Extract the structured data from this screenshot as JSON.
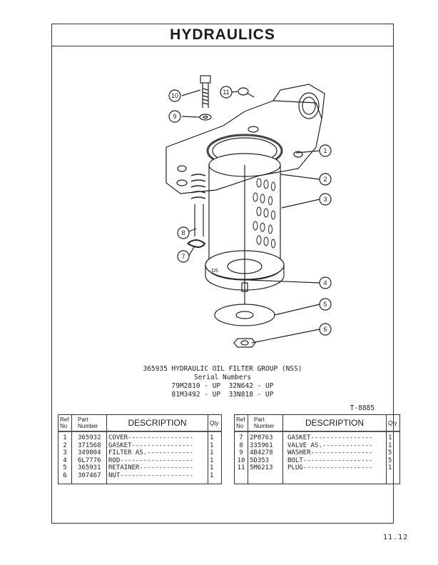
{
  "header": {
    "title": "HYDRAULICS"
  },
  "illustration": {
    "callouts": [
      "1",
      "2",
      "3",
      "4",
      "5",
      "6",
      "7",
      "8",
      "9",
      "10",
      "11"
    ],
    "stamp": "D5"
  },
  "caption": {
    "group": "365935 HYDRAULIC OIL FILTER GROUP (NSS)",
    "serial_label": "Serial Numbers",
    "serial_line_1": "79M2810 - UP  32N642 - UP",
    "serial_line_2": "81M3492 - UP  33N818 - UP"
  },
  "drawing_number": "T-8885",
  "table_headers": {
    "ref_no": [
      "Ref",
      "No"
    ],
    "part_number": [
      "Part",
      "Number"
    ],
    "description": "DESCRIPTION",
    "qty": "Qty"
  },
  "parts_left": [
    {
      "ref": "1",
      "part": "365932",
      "desc": "COVER-----------------",
      "qty": "1"
    },
    {
      "ref": "2",
      "part": "371568",
      "desc": "GASKET----------------",
      "qty": "1"
    },
    {
      "ref": "3",
      "part": "349804",
      "desc": "FILTER AS.------------",
      "qty": "1"
    },
    {
      "ref": "4",
      "part": "6L7776",
      "desc": "ROD-------------------",
      "qty": "1"
    },
    {
      "ref": "5",
      "part": "365931",
      "desc": "RETAINER--------------",
      "qty": "1"
    },
    {
      "ref": "6",
      "part": "307467",
      "desc": "NUT-------------------",
      "qty": "1"
    }
  ],
  "parts_right": [
    {
      "ref": "7",
      "part": "2P8763",
      "desc": "GASKET----------------",
      "qty": "1"
    },
    {
      "ref": "8",
      "part": "335961",
      "desc": "VALVE AS.-------------",
      "qty": "1"
    },
    {
      "ref": "9",
      "part": "4B4278",
      "desc": "WASHER----------------",
      "qty": "5"
    },
    {
      "ref": "10",
      "part": "5D353",
      "desc": "BOLT------------------",
      "qty": "5"
    },
    {
      "ref": "11",
      "part": "5M6213",
      "desc": "PLUG------------------",
      "qty": "1"
    }
  ],
  "page_number": "11.12"
}
